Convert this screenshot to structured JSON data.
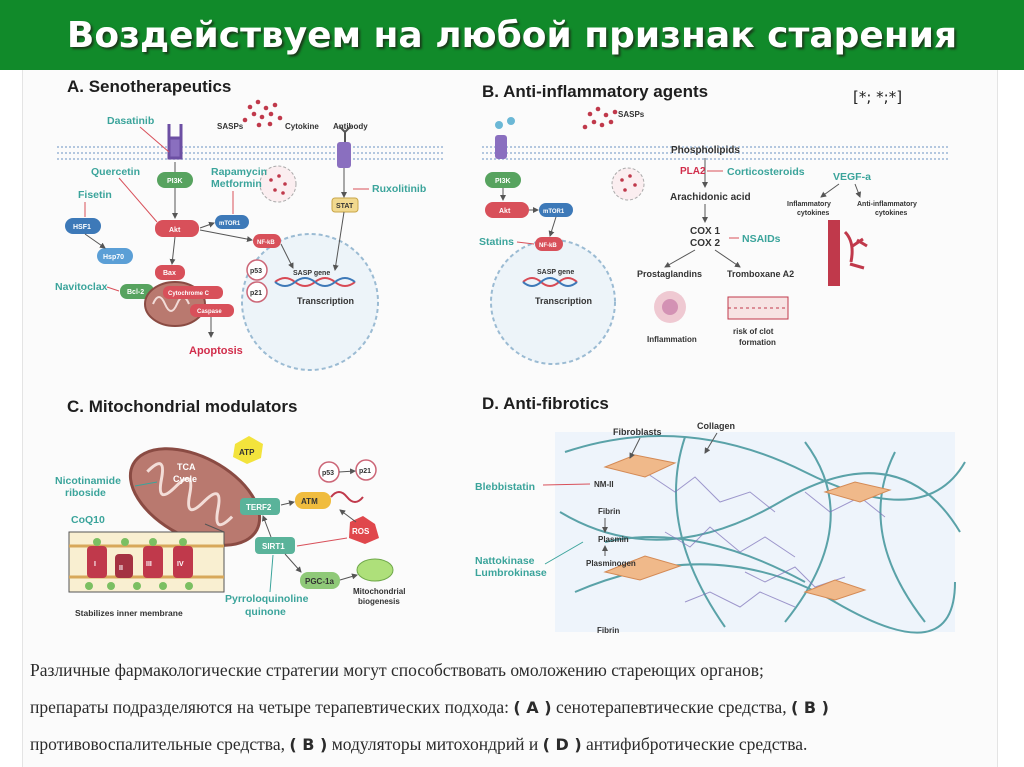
{
  "slide": {
    "title": "Воздействуем на любой признак старения",
    "citation": "[*; *;*]"
  },
  "panels": {
    "a": {
      "heading": "A. Senotherapeutics",
      "drugs": {
        "dasatinib": "Dasatinib",
        "quercetin": "Quercetin",
        "fisetin": "Fisetin",
        "rapamycin": "Rapamycin",
        "metformin": "Metformin",
        "navitoclax": "Navitoclax",
        "ruxolitinib": "Ruxolitinib"
      },
      "labels": {
        "sasps": "SASPs",
        "cytokine": "Cytokine",
        "antibody": "Antibody",
        "pi3k": "PI3K",
        "akt": "Akt",
        "hsf1": "HSF1",
        "hsp70": "Hsp70",
        "mtor": "mTOR1",
        "nfkb": "NF-kB",
        "stat": "STAT",
        "bax": "Bax",
        "bcl2": "Bcl-2",
        "cytc": "Cytochrome C",
        "caspase": "Caspase",
        "p53": "p53",
        "p21": "p21",
        "sasp_gene": "SASP gene",
        "transcription": "Transcription",
        "apoptosis": "Apoptosis"
      }
    },
    "b": {
      "heading": "B. Anti-inflammatory agents",
      "drugs": {
        "corticosteroids": "Corticosteroids",
        "statins": "Statins",
        "nsaids": "NSAIDs",
        "vegfa": "VEGF-a"
      },
      "labels": {
        "sasps": "SASPs",
        "phospholipids": "Phospholipids",
        "pla2": "PLA2",
        "arachidonic": "Arachidonic acid",
        "cox1": "COX 1",
        "cox2": "COX 2",
        "prostaglandins": "Prostaglandins",
        "tromboxane": "Tromboxane A2",
        "inflammation": "Inflammation",
        "clot1": "risk of clot",
        "clot2": "formation",
        "inflam1": "Inflammatory",
        "inflam2": "cytokines",
        "anti1": "Anti-inflammatory",
        "anti2": "cytokines",
        "pi3k": "PI3K",
        "akt": "Akt",
        "mtor": "mTOR1",
        "nfkb": "NF-kB",
        "sasp_gene": "SASP gene",
        "transcription": "Transcription"
      }
    },
    "c": {
      "heading": "C. Mitochondrial modulators",
      "drugs": {
        "nicotinamide1": "Nicotinamide",
        "nicotinamide2": "riboside",
        "coq10": "CoQ10",
        "pyrrolo1": "Pyrroloquinoline",
        "pyrrolo2": "quinone"
      },
      "labels": {
        "tca1": "TCA",
        "tca2": "Cycle",
        "atp": "ATP",
        "terf2": "TERF2",
        "atm": "ATM",
        "p53": "p53",
        "p21": "p21",
        "ros": "ROS",
        "sirt1": "SIRT1",
        "pgc": "PGC-1a",
        "mito1": "Mitochondrial",
        "mito2": "biogenesis",
        "c1": "I",
        "c2": "II",
        "c3": "III",
        "c4": "IV",
        "stab": "Stabilizes inner membrane"
      }
    },
    "d": {
      "heading": "D. Anti-fibrotics",
      "drugs": {
        "blebbistatin": "Blebbistatin",
        "natto1": "Nattokinase",
        "natto2": "Lumbrokinase"
      },
      "labels": {
        "fibroblasts": "Fibroblasts",
        "collagen": "Collagen",
        "nm2": "NM-II",
        "fibrin": "Fibrin",
        "plasmin": "Plasmin",
        "plasminogen": "Plasminogen",
        "fibrin_bottom": "Fibrin"
      }
    }
  },
  "caption": {
    "line1": "Различные фармакологические стратегии могут способствовать омоложению стареющих органов;",
    "line2a": "препараты подразделяются на четыре терапевтических подхода: ",
    "A": "( A )",
    "line2b": " сенотерапевтические средства, ",
    "B1": "( B )",
    "line3a": "противовоспалительные средства, ",
    "B2": "( B )",
    "line3b": " модуляторы митохондрий и ",
    "D": "( D )",
    "line3c": " антифибротические средства."
  },
  "colors": {
    "title_bg": "#118a2a",
    "drug_teal": "#3ba49b",
    "node_green": "#57a35f",
    "node_red": "#d8505a",
    "node_blue": "#3d79b8",
    "apoptosis_red": "#d12d4b"
  }
}
